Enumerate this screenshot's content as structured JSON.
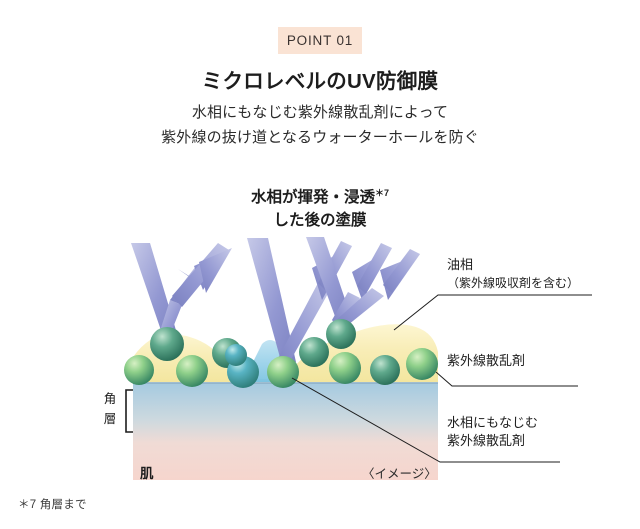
{
  "header": {
    "badge": "POINT 01",
    "title": "ミクロレベルのUV防御膜",
    "subtitle_line1": "水相にもなじむ紫外線散乱剤によって",
    "subtitle_line2": "紫外線の抜け道となるウォーターホールを防ぐ"
  },
  "diagram": {
    "caption_line1": "水相が揮発・浸透",
    "caption_note": "＊7",
    "caption_line2": "した後の塗膜",
    "labels": {
      "oil_phase": "油相",
      "oil_phase_sub": "（紫外線吸収剤を含む）",
      "uv_scatter": "紫外線散乱剤",
      "water_scatter_line1": "水相にもなじむ",
      "water_scatter_line2": "紫外線散乱剤",
      "horny_layer_char1": "角",
      "horny_layer_char2": "層",
      "skin": "肌",
      "image_note": "〈イメージ〉"
    },
    "colors": {
      "badge_bg": "#fae3d4",
      "oil_film": "#f7ecb4",
      "oil_film_light": "#fdf7d6",
      "arrow_dark": "#8186c6",
      "arrow_light": "#c2c5e6",
      "sphere_green": "#8fd08a",
      "sphere_green_dark": "#2f7f63",
      "sphere_teal": "#3d9fb5",
      "water_hole": "#8fcfe8",
      "horny_top": "#a6cbe0",
      "skin_bottom": "#f6d4cc",
      "boundary": "#8fb2c8"
    }
  },
  "footnote": "＊7 角層まで"
}
